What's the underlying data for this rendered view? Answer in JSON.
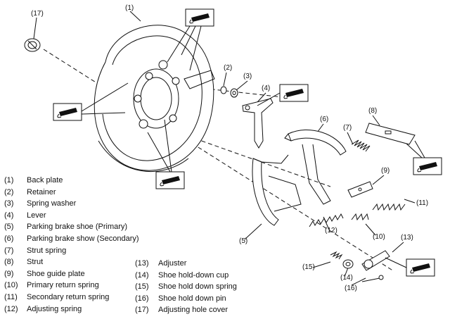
{
  "callouts": [
    "(1)",
    "(2)",
    "(3)",
    "(4)",
    "(5)",
    "(6)",
    "(7)",
    "(8)",
    "(9)",
    "(10)",
    "(11)",
    "(12)",
    "(13)",
    "(14)",
    "(15)",
    "(16)",
    "(17)"
  ],
  "legend_left": [
    {
      "num": "(1)",
      "label": "Back plate"
    },
    {
      "num": "(2)",
      "label": "Retainer"
    },
    {
      "num": "(3)",
      "label": "Spring washer"
    },
    {
      "num": "(4)",
      "label": "Lever"
    },
    {
      "num": "(5)",
      "label": "Parking brake shoe (Primary)"
    },
    {
      "num": "(6)",
      "label": "Parking brake show (Secondary)"
    },
    {
      "num": "(7)",
      "label": "Strut spring"
    },
    {
      "num": "(8)",
      "label": "Strut"
    },
    {
      "num": "(9)",
      "label": "Shoe guide plate"
    },
    {
      "num": "(10)",
      "label": "Primary return spring"
    },
    {
      "num": "(11)",
      "label": "Secondary return spring"
    },
    {
      "num": "(12)",
      "label": "Adjusting spring"
    }
  ],
  "legend_right": [
    {
      "num": "(13)",
      "label": "Adjuster"
    },
    {
      "num": "(14)",
      "label": "Shoe hold-down cup"
    },
    {
      "num": "(15)",
      "label": "Shoe hold down spring"
    },
    {
      "num": "(16)",
      "label": "Shoe hold down pin"
    },
    {
      "num": "(17)",
      "label": "Adjusting hole cover"
    }
  ],
  "icons": {
    "grease": "grease-tube-icon"
  }
}
